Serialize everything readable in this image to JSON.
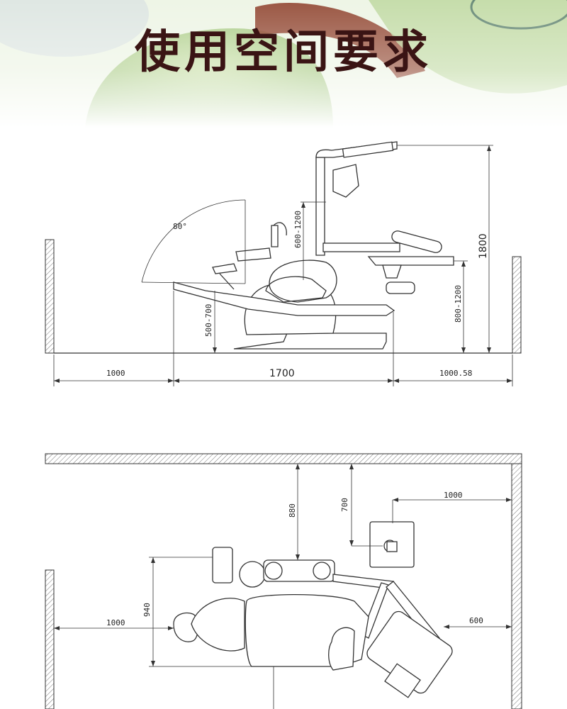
{
  "page_title": "使用空间要求",
  "side_view": {
    "angle_label": "80°",
    "height_labels": {
      "lamp_arm": "600-1200",
      "total": "1800",
      "tray": "800-1200",
      "chair_seat": "500-700"
    },
    "width_labels": {
      "left": "1000",
      "middle": "1700",
      "right": "1000.58"
    }
  },
  "top_view": {
    "labels": {
      "depth_a": "880",
      "depth_b": "700",
      "box_to_wall": "1000",
      "width": "940",
      "head_clearance": "1000",
      "right_clearance": "600"
    }
  }
}
